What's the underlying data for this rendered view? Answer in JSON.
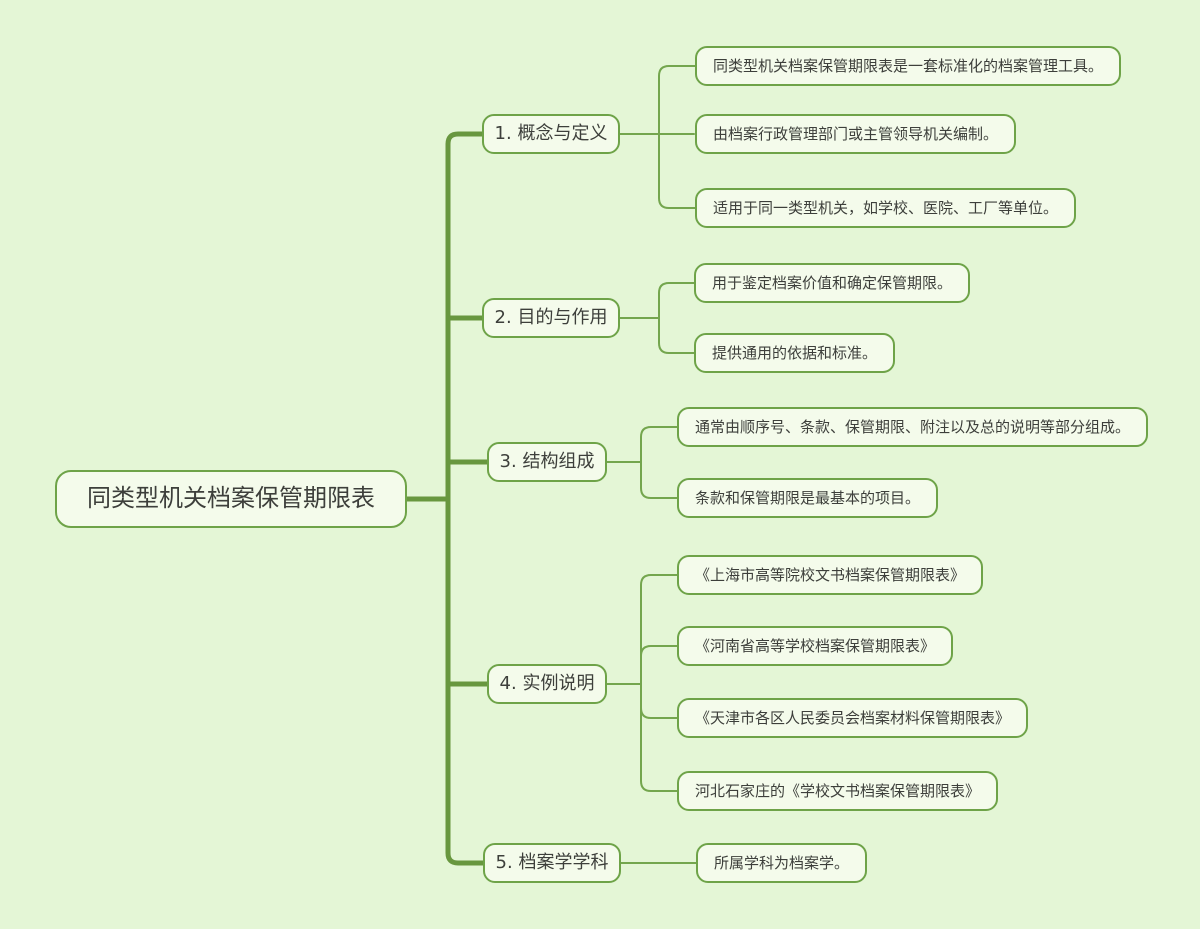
{
  "diagram": {
    "type": "mindmap",
    "root": {
      "label": "同类型机关档案保管期限表"
    },
    "branches": [
      {
        "label": "1. 概念与定义",
        "children": [
          "同类型机关档案保管期限表是一套标准化的档案管理工具。",
          "由档案行政管理部门或主管领导机关编制。",
          "适用于同一类型机关，如学校、医院、工厂等单位。"
        ]
      },
      {
        "label": "2. 目的与作用",
        "children": [
          "用于鉴定档案价值和确定保管期限。",
          "提供通用的依据和标准。"
        ]
      },
      {
        "label": "3. 结构组成",
        "children": [
          "通常由顺序号、条款、保管期限、附注以及总的说明等部分组成。",
          "条款和保管期限是最基本的项目。"
        ]
      },
      {
        "label": "4. 实例说明",
        "children": [
          "《上海市高等院校文书档案保管期限表》",
          "《河南省高等学校档案保管期限表》",
          "《天津市各区人民委员会档案材料保管期限表》",
          "河北石家庄的《学校文书档案保管期限表》"
        ]
      },
      {
        "label": "5. 档案学学科",
        "children": [
          "所属学科为档案学。"
        ]
      }
    ],
    "colors": {
      "background": "#e4f6d6",
      "node_fill": "#f4fbeb",
      "node_border": "#6ea348",
      "trunk_line": "#68973f",
      "branch_line": "#74a64e",
      "text": "#3d3f3b"
    }
  }
}
